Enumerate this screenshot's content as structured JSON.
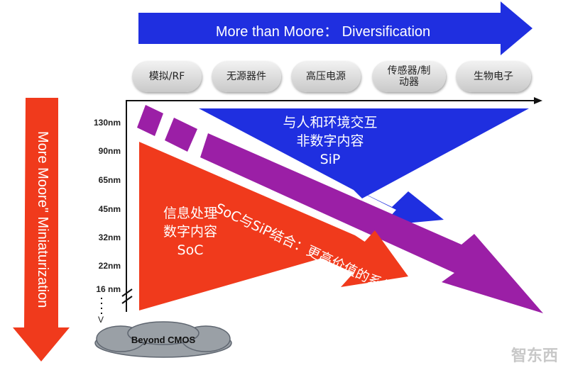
{
  "top_arrow": {
    "label": "More than Moore： Diversification",
    "color": "#1f2fe0"
  },
  "left_arrow": {
    "label": "More Moore\"  Miniaturization",
    "color": "#f03a1c"
  },
  "categories": [
    "模拟/RF",
    "无源器件",
    "高压电源",
    "传感器/制\n动器",
    "生物电子"
  ],
  "nodes": [
    "130nm",
    "90nm",
    "65nm",
    "45nm",
    "32nm",
    "22nm",
    "16 nm",
    "V"
  ],
  "blue_region": {
    "lines": [
      "与人和环境交互",
      "非数字内容",
      "SiP"
    ],
    "color": "#1f2fe0"
  },
  "red_region": {
    "lines": [
      "信息处理",
      "数字内容",
      "SoC"
    ],
    "color": "#f03a1c"
  },
  "purple_band": {
    "label": "SoC与SiP结合：更高价值的系统",
    "color": "#9b1fa6"
  },
  "cloud": {
    "label": "Beyond CMOS"
  },
  "watermark": "智东西"
}
